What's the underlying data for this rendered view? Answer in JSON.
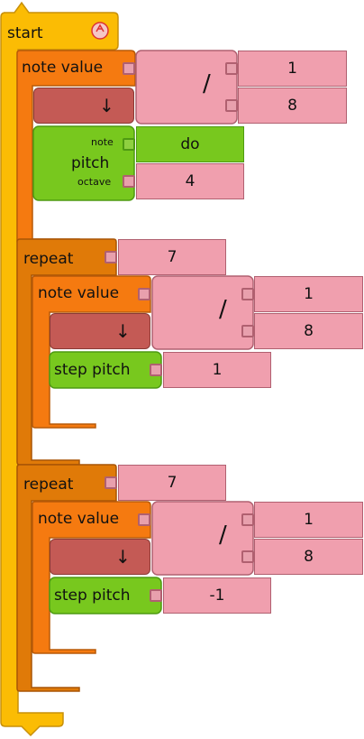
{
  "program": {
    "start_label": "start",
    "note_value_label": "note value",
    "divide_symbol": "/",
    "arrow_symbol": "↓",
    "pitch_label": "pitch",
    "note_small_label": "note",
    "octave_small_label": "octave",
    "repeat_label": "repeat",
    "step_pitch_label": "step pitch",
    "block1": {
      "numerator": "1",
      "denominator": "8",
      "pitch_note": "do",
      "pitch_octave": "4"
    },
    "repeat1": {
      "count": "7",
      "numerator": "1",
      "denominator": "8",
      "step": "1"
    },
    "repeat2": {
      "count": "7",
      "numerator": "1",
      "denominator": "8",
      "step": "-1"
    }
  },
  "colors": {
    "start": "#fbbc04",
    "note_value": "#f57a10",
    "repeat": "#e07a08",
    "arrow": "#c45a55",
    "pitch": "#78c81e",
    "value": "#f09fae"
  }
}
